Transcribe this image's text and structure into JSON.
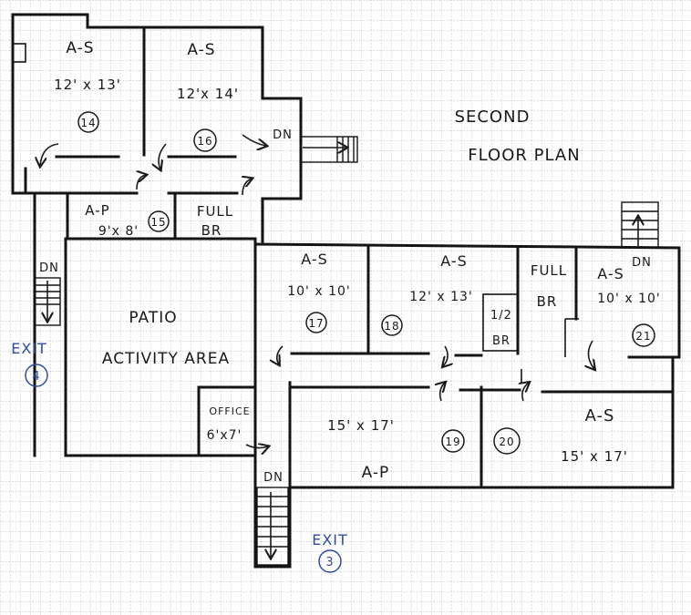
{
  "heading": {
    "line1": "SECOND",
    "line2": "FLOOR  PLAN"
  },
  "rooms": {
    "r14": {
      "type": "A-S",
      "size": "12' x 13'",
      "number": "14"
    },
    "r16": {
      "type": "A-S",
      "size": "12'x 14'",
      "number": "16"
    },
    "r15": {
      "type": "A-P",
      "size": "9'x 8'",
      "number": "15"
    },
    "bath_upper": {
      "line1": "FULL",
      "line2": "BR"
    },
    "patio": {
      "line1": "PATIO",
      "line2": "ACTIVITY  AREA"
    },
    "r17": {
      "type": "A-S",
      "size": "10' x 10'",
      "number": "17"
    },
    "r18": {
      "type": "A-S",
      "size": "12' x 13'",
      "number": "18"
    },
    "half_bath": {
      "line1": "1/2",
      "line2": "BR"
    },
    "bath_right": {
      "line1": "FULL",
      "line2": "BR"
    },
    "r21": {
      "type": "A-S",
      "size": "10' x 10'",
      "number": "21"
    },
    "office": {
      "line1": "OFFICE",
      "line2": "6'x7'"
    },
    "r19": {
      "type": "A-P",
      "size": "15' x 17'",
      "number": "19"
    },
    "r20": {
      "type": "A-S",
      "size": "15' x 17'",
      "number": "20"
    }
  },
  "stairs": {
    "down_label": "DN"
  },
  "exits": [
    {
      "label": "EXIT",
      "number": "4"
    },
    {
      "label": "EXIT",
      "number": "3"
    }
  ],
  "colors": {
    "ink": "#1a1a1a",
    "exit_ink": "#2f4f9e",
    "grid": "#9a9a9a"
  }
}
